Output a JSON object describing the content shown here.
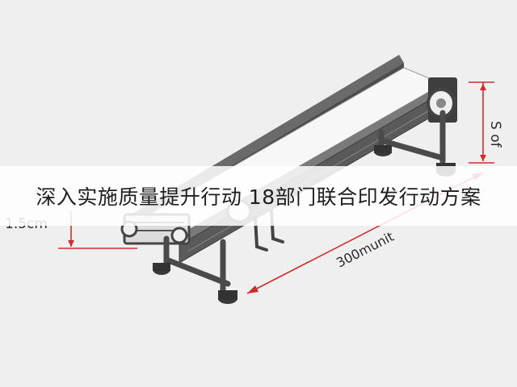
{
  "diagram": {
    "dimension_left": "1.5cm",
    "dimension_right": "S of",
    "dimension_length": "300munit"
  },
  "banner": {
    "text": "深入实施质量提升行动 18部门联合印发行动方案"
  },
  "colors": {
    "background": "#efefef",
    "frame": "#555555",
    "belt": "#f7f7f7",
    "dimension_line": "#d42a2a",
    "banner_bg": "#ffffff"
  }
}
